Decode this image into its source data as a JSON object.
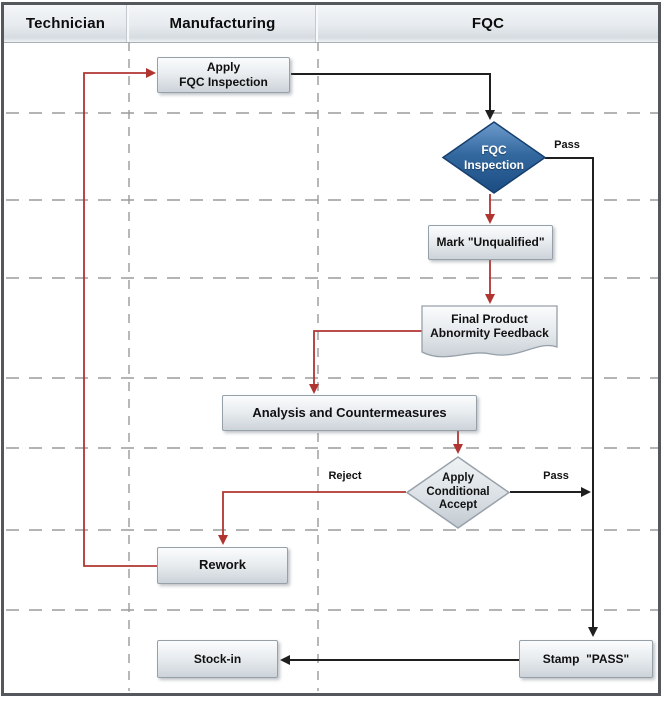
{
  "header": {
    "lanes": [
      {
        "label": "Technician"
      },
      {
        "label": "Manufacturing"
      },
      {
        "label": "FQC"
      }
    ]
  },
  "nodes": {
    "apply_fqc": {
      "type": "process",
      "lines": [
        "Apply",
        "FQC Inspection"
      ]
    },
    "fqc_inspection": {
      "type": "decision",
      "lines": [
        "FQC",
        "Inspection"
      ]
    },
    "mark_unqualified": {
      "type": "process",
      "label": "Mark \"Unqualified\""
    },
    "feedback": {
      "type": "document",
      "lines": [
        "Final Product",
        "Abnormity Feedback"
      ]
    },
    "analysis": {
      "type": "process",
      "label": "Analysis and Countermeasures"
    },
    "conditional_accept": {
      "type": "decision",
      "lines": [
        "Apply",
        "Conditional",
        "Accept"
      ]
    },
    "rework": {
      "type": "process",
      "label": "Rework"
    },
    "stock_in": {
      "type": "process",
      "label": "Stock-in"
    },
    "stamp_pass": {
      "type": "process",
      "label": "Stamp  \"PASS\""
    }
  },
  "edge_labels": {
    "pass_top": "Pass",
    "pass_bottom": "Pass",
    "reject": "Reject"
  },
  "colors": {
    "arrow_red": "#b03530",
    "arrow_black": "#1f1f1f",
    "decision_blue": "#2f66a2",
    "process_fill": "#dde3e8",
    "lane_dash": "#a0a5aa",
    "frame_border": "#54575c"
  }
}
